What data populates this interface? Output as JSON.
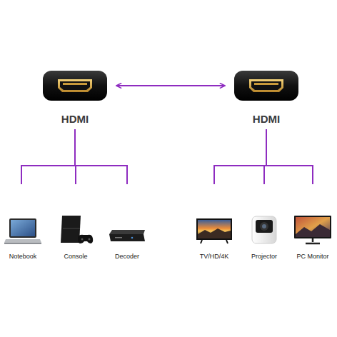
{
  "diagram": {
    "nodes": [
      {
        "text": [
          "HDMI"
        ]
      },
      {
        "text": [
          "HDMI"
        ]
      },
      {
        "text": [
          "Notebook"
        ]
      },
      {
        "text": [
          "Console"
        ]
      },
      {
        "text": [
          "Decoder"
        ]
      },
      {
        "text": [
          "TV/HD/4K"
        ]
      },
      {
        "text": [
          "Projector"
        ]
      },
      {
        "text": [
          "PC Monitor"
        ]
      }
    ],
    "edges": [
      {
        "from": 0,
        "to": 1,
        "arrow": "both"
      },
      {
        "from": 0,
        "to": 2,
        "arrow": "none"
      },
      {
        "from": 0,
        "to": 3,
        "arrow": "none"
      },
      {
        "from": 0,
        "to": 4,
        "arrow": "none"
      },
      {
        "from": 1,
        "to": 5,
        "arrow": "none"
      },
      {
        "from": 1,
        "to": 6,
        "arrow": "none"
      },
      {
        "from": 1,
        "to": 7,
        "arrow": "none"
      }
    ]
  }
}
